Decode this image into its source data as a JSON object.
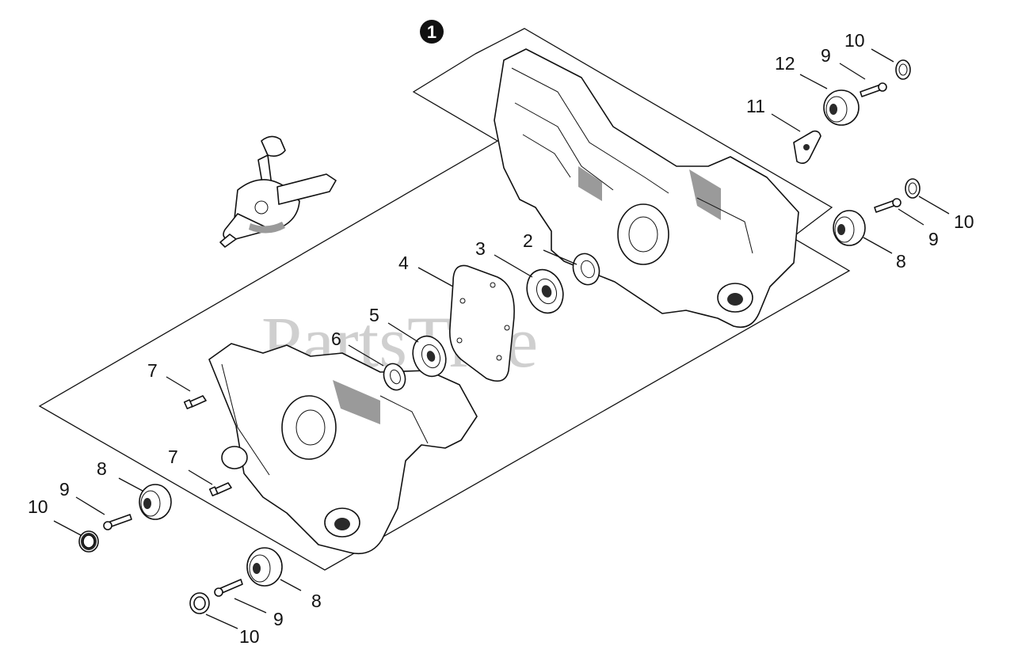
{
  "watermark": "PartsTree",
  "callouts": {
    "c1": "1",
    "c2": "2",
    "c3": "3",
    "c4": "4",
    "c5": "5",
    "c6": "6",
    "c7a": "7",
    "c7b": "7",
    "c8a": "8",
    "c8b": "8",
    "c8c": "8",
    "c9a": "9",
    "c9b": "9",
    "c9c": "9",
    "c9d": "9",
    "c10a": "10",
    "c10b": "10",
    "c10c": "10",
    "c10d": "10",
    "c11": "11",
    "c12": "12"
  },
  "colors": {
    "line": "#111111",
    "watermark": "#cfcfcf",
    "shade": "#9a9a9a"
  }
}
